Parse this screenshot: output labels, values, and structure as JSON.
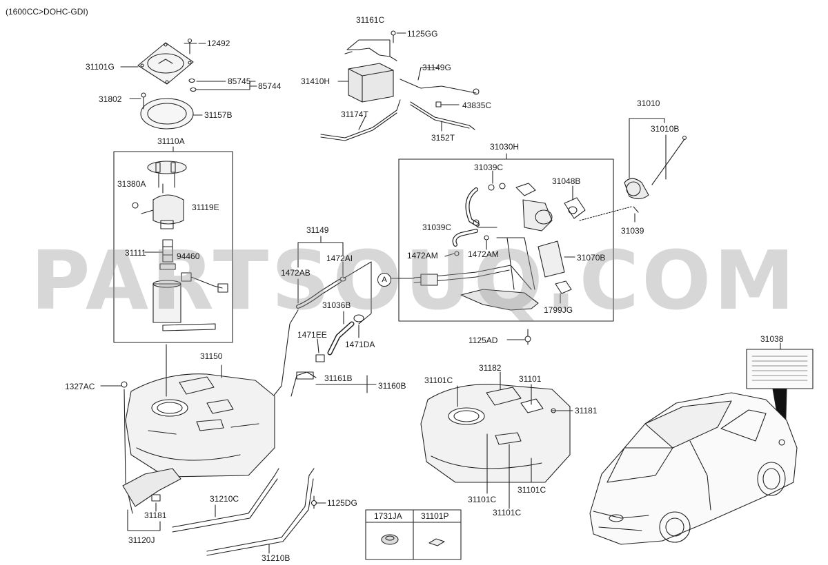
{
  "header": {
    "engine_spec": "(1600CC>DOHC-GDI)"
  },
  "watermark": {
    "text": "PARTSOUQ.COM"
  },
  "callout": {
    "letter": "A"
  },
  "parts": {
    "p_12492": "12492",
    "p_31101G": "31101G",
    "p_85745": "85745",
    "p_85744": "85744",
    "p_31802": "31802",
    "p_31157B": "31157B",
    "p_31110A": "31110A",
    "p_31380A": "31380A",
    "p_31119E": "31119E",
    "p_31111": "31111",
    "p_94460": "94460",
    "p_31161C": "31161C",
    "p_1125GG": "1125GG",
    "p_31410H": "31410H",
    "p_31149G": "31149G",
    "p_43835C": "43835C",
    "p_31174T": "31174T",
    "p_3152T": "3152T",
    "p_31010": "31010",
    "p_31010B": "31010B",
    "p_31030H": "31030H",
    "p_31039C_top": "31039C",
    "p_31048B": "31048B",
    "p_31039C_mid": "31039C",
    "p_31039": "31039",
    "p_1472AM_left": "1472AM",
    "p_1472AM_right": "1472AM",
    "p_31070B": "31070B",
    "p_1799JG": "1799JG",
    "p_1125AD": "1125AD",
    "p_31149": "31149",
    "p_1472AB": "1472AB",
    "p_1472AI": "1472AI",
    "p_31036B": "31036B",
    "p_1471EE": "1471EE",
    "p_1471DA": "1471DA",
    "p_31150": "31150",
    "p_1327AC": "1327AC",
    "p_31161B": "31161B",
    "p_31160B": "31160B",
    "p_31182": "31182",
    "p_31101C_a": "31101C",
    "p_31101": "31101",
    "p_31181_right": "31181",
    "p_31101C_b": "31101C",
    "p_31101C_c": "31101C",
    "p_31101C_d": "31101C",
    "p_31210C": "31210C",
    "p_1125DG": "1125DG",
    "p_31181_left": "31181",
    "p_31120J": "31120J",
    "p_31210B": "31210B",
    "p_31038": "31038"
  },
  "small_parts_table": {
    "headers": [
      "1731JA",
      "31101P"
    ]
  }
}
